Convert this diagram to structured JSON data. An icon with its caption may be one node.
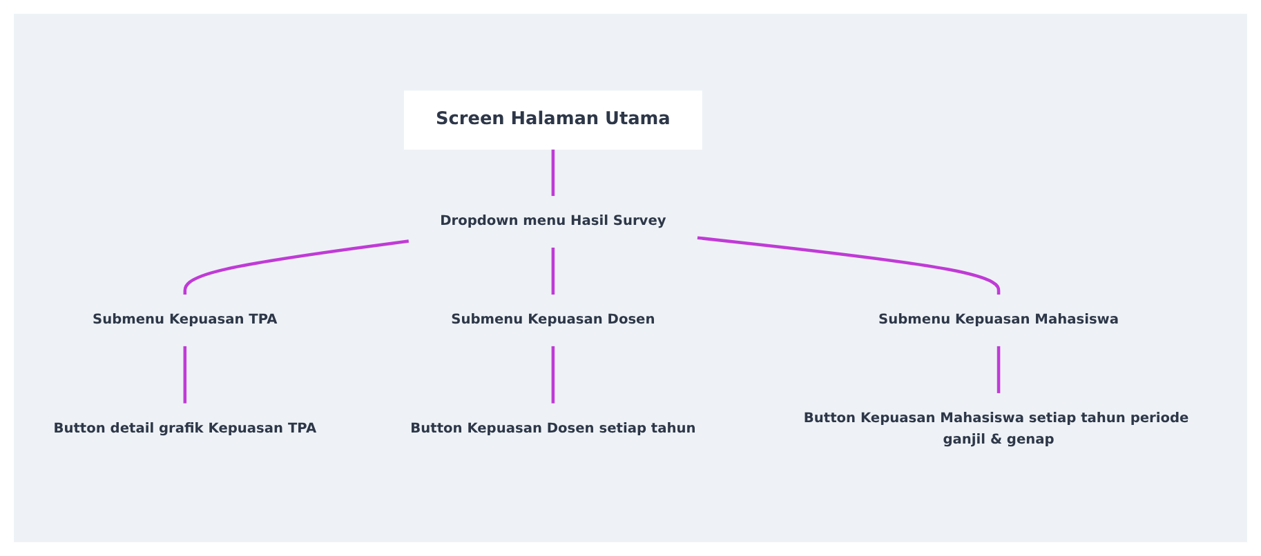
{
  "diagram": {
    "nodes": [
      {
        "text": [
          "Screen Halaman Utama"
        ]
      },
      {
        "text": [
          "Dropdown menu Hasil Survey"
        ]
      },
      {
        "text": [
          "Submenu Kepuasan TPA"
        ]
      },
      {
        "text": [
          "Submenu Kepuasan Dosen"
        ]
      },
      {
        "text": [
          "Submenu Kepuasan Mahasiswa"
        ]
      },
      {
        "text": [
          "Button detail grafik Kepuasan TPA"
        ]
      },
      {
        "text": [
          "Button Kepuasan Dosen setiap tahun"
        ]
      },
      {
        "text": [
          "Button Kepuasan Mahasiswa setiap tahun periode ganjil & genap"
        ]
      }
    ],
    "edges": [
      {
        "from": 0,
        "to": 1,
        "arrow": "none"
      },
      {
        "from": 1,
        "to": 2,
        "arrow": "none"
      },
      {
        "from": 1,
        "to": 3,
        "arrow": "none"
      },
      {
        "from": 1,
        "to": 4,
        "arrow": "none"
      },
      {
        "from": 2,
        "to": 5,
        "arrow": "none"
      },
      {
        "from": 3,
        "to": 6,
        "arrow": "none"
      },
      {
        "from": 4,
        "to": 7,
        "arrow": "none"
      }
    ]
  }
}
